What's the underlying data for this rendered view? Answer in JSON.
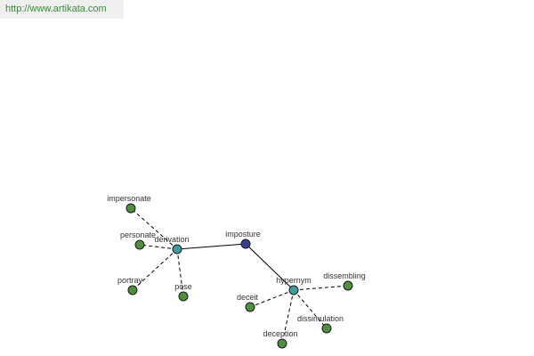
{
  "header": {
    "url": "http://www.artikata.com"
  },
  "colors": {
    "center": "#3a3f8f",
    "hub": "#3f9c9c",
    "leaf": "#4f8f3f"
  },
  "graph": {
    "nodes": [
      {
        "id": "imposture",
        "label": "imposture",
        "kind": "center"
      },
      {
        "id": "derivation",
        "label": "derivation",
        "kind": "hub"
      },
      {
        "id": "hypernym",
        "label": "hypernym",
        "kind": "hub"
      },
      {
        "id": "impersonate",
        "label": "impersonate",
        "kind": "leaf"
      },
      {
        "id": "personate",
        "label": "personate",
        "kind": "leaf"
      },
      {
        "id": "portray",
        "label": "portray",
        "kind": "leaf"
      },
      {
        "id": "pose",
        "label": "pose",
        "kind": "leaf"
      },
      {
        "id": "dissembling",
        "label": "dissembling",
        "kind": "leaf"
      },
      {
        "id": "deceit",
        "label": "deceit",
        "kind": "leaf"
      },
      {
        "id": "dissimulation",
        "label": "dissimulation",
        "kind": "leaf"
      },
      {
        "id": "deception",
        "label": "deception",
        "kind": "leaf"
      }
    ],
    "edges": [
      {
        "from": "imposture",
        "to": "derivation",
        "style": "solid"
      },
      {
        "from": "imposture",
        "to": "hypernym",
        "style": "solid"
      },
      {
        "from": "derivation",
        "to": "impersonate",
        "style": "dashed"
      },
      {
        "from": "derivation",
        "to": "personate",
        "style": "dashed"
      },
      {
        "from": "derivation",
        "to": "portray",
        "style": "dashed"
      },
      {
        "from": "derivation",
        "to": "pose",
        "style": "dashed"
      },
      {
        "from": "hypernym",
        "to": "dissembling",
        "style": "dashed"
      },
      {
        "from": "hypernym",
        "to": "deceit",
        "style": "dashed"
      },
      {
        "from": "hypernym",
        "to": "dissimulation",
        "style": "dashed"
      },
      {
        "from": "hypernym",
        "to": "deception",
        "style": "dashed"
      }
    ]
  }
}
